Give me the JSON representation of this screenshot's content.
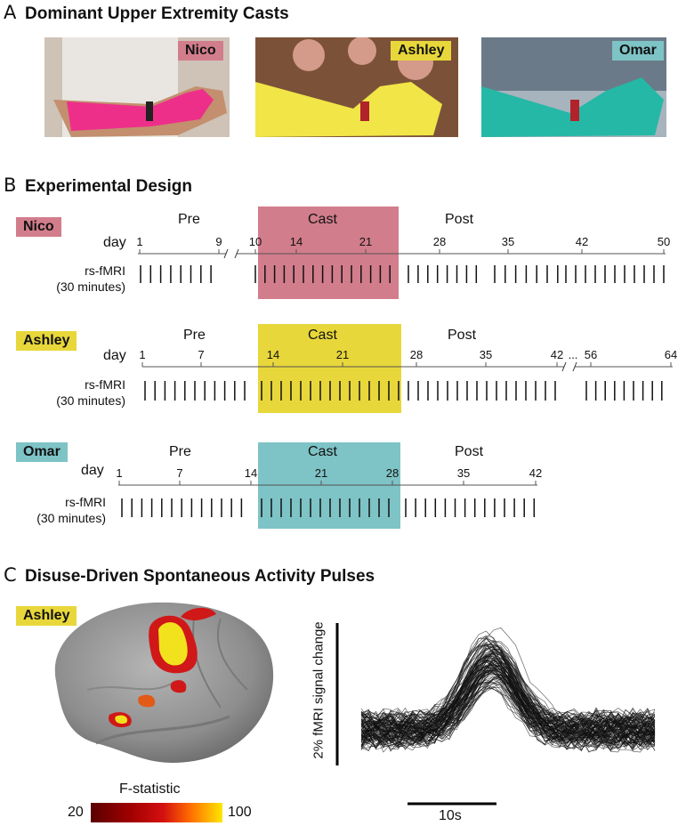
{
  "panelA": {
    "letter": "A",
    "title": "Dominant Upper Extremity Casts"
  },
  "panelB": {
    "letter": "B",
    "title": "Experimental Design"
  },
  "panelC": {
    "letter": "C",
    "title": "Disuse-Driven Spontaneous Activity Pulses"
  },
  "subjects": [
    {
      "name": "Nico",
      "color": "#d27d8c",
      "photo_bg": "#c9b6a8",
      "cast_color": "#ee2f8a"
    },
    {
      "name": "Ashley",
      "color": "#e8d73a",
      "photo_bg": "#8a5a3c",
      "cast_color": "#f1e547"
    },
    {
      "name": "Omar",
      "color": "#7ec3c6",
      "photo_bg": "#5b6b7a",
      "cast_color": "#25b8a6"
    }
  ],
  "timeline": {
    "phase_labels": {
      "pre": "Pre",
      "cast": "Cast",
      "post": "Post"
    },
    "day_label": "day",
    "scan_label": "rs-fMRI",
    "scan_sub": "(30 minutes)",
    "nico": {
      "ticks": [
        "1",
        "9",
        "10",
        "14",
        "21",
        "28",
        "35",
        "42",
        "50"
      ]
    },
    "ashley": {
      "ticks": [
        "1",
        "7",
        "14",
        "21",
        "28",
        "35",
        "42",
        "...",
        "56",
        "64"
      ]
    },
    "omar": {
      "ticks": [
        "1",
        "7",
        "14",
        "21",
        "28",
        "35",
        "42"
      ]
    }
  },
  "brain": {
    "subject": "Ashley",
    "colorbar_label": "F-statistic",
    "cbar_min": "20",
    "cbar_max": "100"
  },
  "traces": {
    "ylabel": "2% fMRI signal change",
    "xscale": "10s"
  }
}
